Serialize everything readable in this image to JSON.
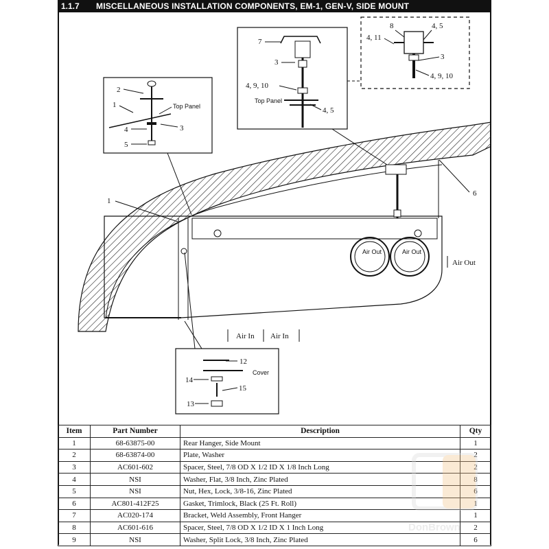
{
  "header": {
    "section_number": "1.1.7",
    "title": "MISCELLANEOUS INSTALLATION COMPONENTS, EM-1, GEN-V, SIDE MOUNT"
  },
  "diagram": {
    "labels": {
      "top_panel_1": "Top Panel",
      "top_panel_2": "Top Panel",
      "cover": "Cover",
      "air_in_1": "Air In",
      "air_in_2": "Air In",
      "air_out_1": "Air Out",
      "air_out_2": "Air Out",
      "air_out_side": "Air Out"
    },
    "callouts": {
      "c1_main": "1",
      "c6_main": "6",
      "d1_2": "2",
      "d1_1": "1",
      "d1_4": "4",
      "d1_3": "3",
      "d1_5": "5",
      "d2_7": "7",
      "d2_3": "3",
      "d2_4910": "4, 9, 10",
      "d2_45": "4, 5",
      "d3_8": "8",
      "d3_45": "4, 5",
      "d3_411": "4, 11",
      "d3_3": "3",
      "d3_4910": "4, 9, 10",
      "d4_12": "12",
      "d4_14": "14",
      "d4_15": "15",
      "d4_13": "13"
    }
  },
  "table": {
    "headers": {
      "item": "Item",
      "part_number": "Part Number",
      "description": "Description",
      "qty": "Qty"
    },
    "rows": [
      {
        "item": "1",
        "part_number": "68-63875-00",
        "description": "Rear Hanger, Side Mount",
        "qty": "1"
      },
      {
        "item": "2",
        "part_number": "68-63874-00",
        "description": "Plate, Washer",
        "qty": "2"
      },
      {
        "item": "3",
        "part_number": "AC601-602",
        "description": "Spacer, Steel, 7/8 OD X 1/2 ID X 1/8 Inch Long",
        "qty": "2"
      },
      {
        "item": "4",
        "part_number": "NSI",
        "description": "Washer, Flat, 3/8 Inch, Zinc Plated",
        "qty": "8"
      },
      {
        "item": "5",
        "part_number": "NSI",
        "description": "Nut, Hex, Lock, 3/8-16, Zinc Plated",
        "qty": "6"
      },
      {
        "item": "6",
        "part_number": "AC801-412F25",
        "description": "Gasket, Trimlock, Black (25 Ft. Roll)",
        "qty": "1"
      },
      {
        "item": "7",
        "part_number": "AC020-174",
        "description": "Bracket, Weld Assembly, Front Hanger",
        "qty": "1"
      },
      {
        "item": "8",
        "part_number": "AC601-616",
        "description": "Spacer, Steel, 7/8 OD X 1/2 ID X 1 Inch Long",
        "qty": "2"
      },
      {
        "item": "9",
        "part_number": "NSI",
        "description": "Washer, Split Lock, 3/8 Inch, Zinc Plated",
        "qty": "6"
      }
    ]
  },
  "watermark": {
    "text": "DonBrown"
  }
}
